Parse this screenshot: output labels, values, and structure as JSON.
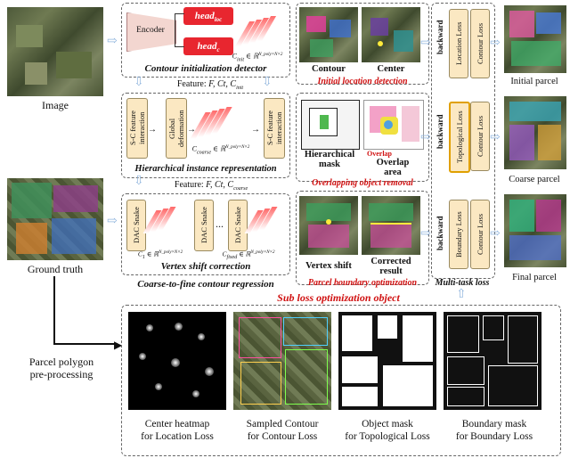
{
  "left": {
    "image_label": "Image",
    "ground_truth_label": "Ground truth",
    "preprocess_label_1": "Parcel polygon",
    "preprocess_label_2": "pre-processing"
  },
  "contour_init": {
    "encoder": "Encoder",
    "head_loc_main": "head",
    "head_loc_sub": "loc",
    "head_c_main": "head",
    "head_c_sub": "c",
    "c_init": "C",
    "c_init_sub": "init",
    "c_init_dim": "∈ ℝ",
    "c_init_dim_sup": "N_poly×N×2",
    "title": "Contour initialization detector"
  },
  "feature1": {
    "prefix": "Feature:",
    "expr": "F",
    "expr_rest": ", Ct, C",
    "expr_sub": "init"
  },
  "hierarchical": {
    "sc1": "S-C feature interaction",
    "global": "Global deformation",
    "c_coarse": "C",
    "c_coarse_sub": "coarse",
    "c_coarse_dim": "∈ ℝ",
    "c_coarse_sup": "N_poly×N×2",
    "sc2": "S-C feature interaction",
    "title": "Hierarchical instance representation"
  },
  "feature2": {
    "prefix": "Feature:",
    "expr": "F",
    "expr_rest": ", Ct, C",
    "expr_sub": "coarse"
  },
  "vertex": {
    "dac1": "DAC Snake",
    "dac2": "DAC Snake",
    "dac3": "DAC Snake",
    "ellipsis": "...",
    "c1": "C",
    "c1_sub": "1",
    "c1_dim": "∈ ℝ",
    "c1_sup": "N_poly×N×2",
    "cfinal": "C",
    "cfinal_sub": "fixed",
    "cfinal_dim": "∈ ℝ",
    "cfinal_sup": "N_poly×N×2",
    "title": "Vertex shift correction"
  },
  "coarse_to_fine_label": "Coarse-to-fine contour regression",
  "middle": {
    "contour": "Contour",
    "center": "Center",
    "initial_location": "Initial location detection",
    "hier_mask_1": "Hierarchical",
    "hier_mask_2": "mask",
    "overlap": "Overlap",
    "overlap_area_1": "Overlap",
    "overlap_area_2": "area",
    "overlapping_removal": "Overlapping object removal",
    "vertex_shift": "Vertex shift",
    "corrected_1": "Corrected",
    "corrected_2": "result",
    "parcel_boundary": "Parcel boundary optimization"
  },
  "losses": {
    "backward": "backward",
    "location_loss": "Location Loss",
    "contour_loss": "Contour Loss",
    "topological_loss": "Topological Loss",
    "boundary_loss": "Boundary Loss",
    "multi_task": "Multi-task loss"
  },
  "outputs": {
    "initial": "Initial parcel",
    "coarse": "Coarse parcel",
    "final": "Final parcel"
  },
  "sub_loss": {
    "title": "Sub loss optimization object",
    "items": [
      {
        "line1": "Center heatmap",
        "line2": "for Location Loss"
      },
      {
        "line1": "Sampled Contour",
        "line2": "for Contour Loss"
      },
      {
        "line1": "Object mask",
        "line2": "for Topological Loss"
      },
      {
        "line1": "Boundary mask",
        "line2": "for Boundary Loss"
      }
    ]
  },
  "colors": {
    "module_fill": "#fbe8c2",
    "red_text": "#d01010",
    "head_red": "#e8262f",
    "arrow_blue": "#8fb4dd"
  }
}
